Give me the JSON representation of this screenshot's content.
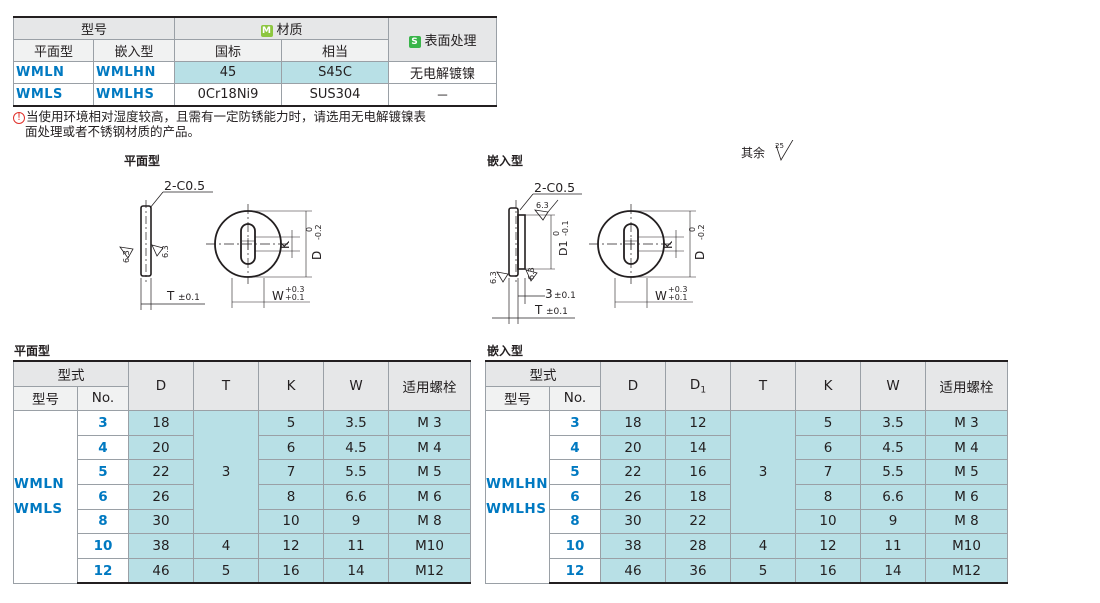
{
  "material_table": {
    "h_model": "型号",
    "h_material": "材质",
    "badge_m": "M",
    "h_surface": "表面处理",
    "badge_s": "S",
    "h_flat": "平面型",
    "h_embed": "嵌入型",
    "h_gb": "国标",
    "h_equiv": "相当",
    "rows": [
      {
        "flat": "WMLN",
        "embed": "WMLHN",
        "gb": "45",
        "equiv": "S45C",
        "surface": "无电解镀镍"
      },
      {
        "flat": "WMLS",
        "embed": "WMLHS",
        "gb": "0Cr18Ni9",
        "equiv": "SUS304",
        "surface": "－"
      }
    ]
  },
  "note": {
    "icon": "!",
    "line1": "当使用环境相对湿度较高，且需有一定防锈能力时，请选用无电解镀镍表",
    "line2": "面处理或者不锈钢材质的产品。"
  },
  "drawings": {
    "flat_title": "平面型",
    "embed_title": "嵌入型",
    "rest_label": "其余",
    "rest_value": "25",
    "chamfer": "2-C0.5",
    "rough": "6.3",
    "t_label": "T",
    "t_tol": "±0.1",
    "w_label": "W",
    "w_tol_upper": "+0.3",
    "w_tol_lower": "+0.1",
    "k_label": "K",
    "d_label": "D",
    "d1_label": "D1",
    "tol_zero": "0",
    "tol_minus": "-0.2",
    "tol_minus1": "-0.1",
    "three": "3",
    "three_tol": "±0.1"
  },
  "flat_table": {
    "caption": "平面型",
    "h_form": "型式",
    "h_model": "型号",
    "h_no": "No.",
    "h_D": "D",
    "h_T": "T",
    "h_K": "K",
    "h_W": "W",
    "h_bolt": "适用螺栓",
    "models": [
      "WMLN",
      "WMLS"
    ],
    "t_common": "3",
    "rows": [
      {
        "no": "3",
        "D": "18",
        "K": "5",
        "W": "3.5",
        "bolt": "M 3"
      },
      {
        "no": "4",
        "D": "20",
        "K": "6",
        "W": "4.5",
        "bolt": "M 4"
      },
      {
        "no": "5",
        "D": "22",
        "K": "7",
        "W": "5.5",
        "bolt": "M 5"
      },
      {
        "no": "6",
        "D": "26",
        "K": "8",
        "W": "6.6",
        "bolt": "M 6"
      },
      {
        "no": "8",
        "D": "30",
        "K": "10",
        "W": "9",
        "bolt": "M 8"
      },
      {
        "no": "10",
        "D": "38",
        "T": "4",
        "K": "12",
        "W": "11",
        "bolt": "M10"
      },
      {
        "no": "12",
        "D": "46",
        "T": "5",
        "K": "16",
        "W": "14",
        "bolt": "M12"
      }
    ]
  },
  "embed_table": {
    "caption": "嵌入型",
    "h_form": "型式",
    "h_model": "型号",
    "h_no": "No.",
    "h_D": "D",
    "h_D1": "D",
    "h_D1_sub": "1",
    "h_T": "T",
    "h_K": "K",
    "h_W": "W",
    "h_bolt": "适用螺栓",
    "models": [
      "WMLHN",
      "WMLHS"
    ],
    "t_common": "3",
    "rows": [
      {
        "no": "3",
        "D": "18",
        "D1": "12",
        "K": "5",
        "W": "3.5",
        "bolt": "M 3"
      },
      {
        "no": "4",
        "D": "20",
        "D1": "14",
        "K": "6",
        "W": "4.5",
        "bolt": "M 4"
      },
      {
        "no": "5",
        "D": "22",
        "D1": "16",
        "K": "7",
        "W": "5.5",
        "bolt": "M 5"
      },
      {
        "no": "6",
        "D": "26",
        "D1": "18",
        "K": "8",
        "W": "6.6",
        "bolt": "M 6"
      },
      {
        "no": "8",
        "D": "30",
        "D1": "22",
        "K": "10",
        "W": "9",
        "bolt": "M 8"
      },
      {
        "no": "10",
        "D": "38",
        "D1": "28",
        "T": "4",
        "K": "12",
        "W": "11",
        "bolt": "M10"
      },
      {
        "no": "12",
        "D": "46",
        "D1": "36",
        "T": "5",
        "K": "16",
        "W": "14",
        "bolt": "M12"
      }
    ]
  }
}
